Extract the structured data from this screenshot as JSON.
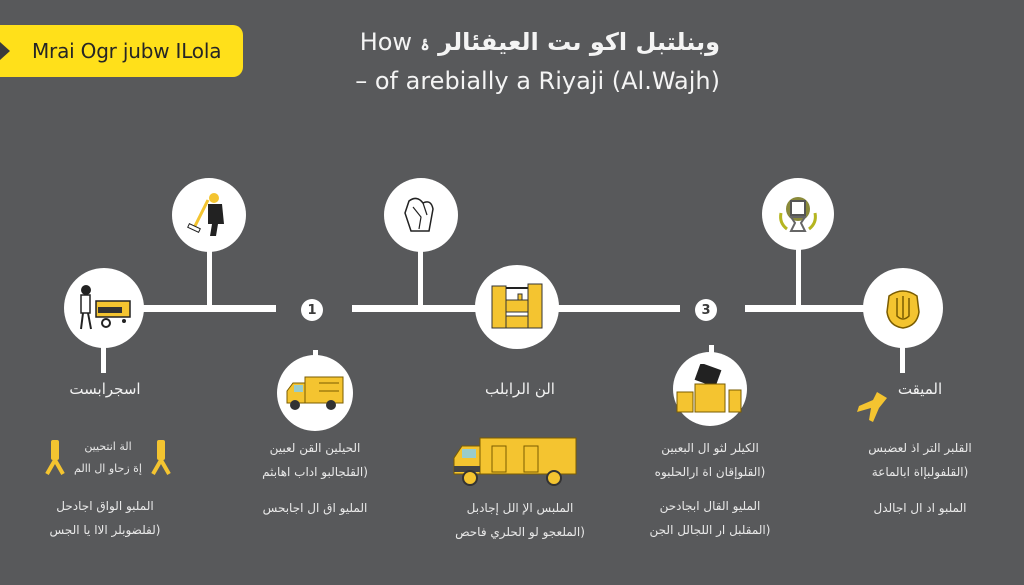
{
  "header": {
    "banner_text": "Mrai Ogr jubw ILola",
    "title_line1_arabic": "وبنلتبل اكو ىت العيفئالر",
    "title_line1_en": "How",
    "title_line1_glyph": "ۂ",
    "title_line2": "– of arebially a Riyaji (Al.Wajh)"
  },
  "colors": {
    "background": "#58595b",
    "accent_yellow": "#ffe01a",
    "icon_yellow": "#f4c430",
    "line_white": "#ffffff"
  },
  "timeline": {
    "badges": [
      {
        "number": "1"
      },
      {
        "number": "3"
      }
    ],
    "steps": [
      {
        "icon": "worker-with-cart-icon",
        "title": "اسجرابست",
        "highlight_lines": [
          "الة انتحيين",
          "إة زحاو ال االم"
        ],
        "desc_lines": [
          "الملبو الواق اجادحل",
          "(لفلضوبلر الاا يا الجس"
        ]
      },
      {
        "icon": "worker-with-tool-icon",
        "title": "",
        "desc_lines": []
      },
      {
        "icon": "delivery-truck-icon",
        "title": "",
        "desc_lines": [
          "الحيلين القن لعبين",
          "(القلجالبو اداب اهابثم",
          "المليو اق ال اجابحس"
        ]
      },
      {
        "icon": "packing-bag-icon",
        "title": "",
        "desc_lines": []
      },
      {
        "icon": "storage-boxes-icon",
        "title": "الن الرابلب",
        "desc_lines": [
          "الملبس الإ الل إجادبل",
          "(الملعجو لو الحلري فاحص"
        ]
      },
      {
        "icon": "award-laurel-icon",
        "title": "",
        "desc_lines": []
      },
      {
        "icon": "packed-boxes-icon",
        "title": "",
        "desc_lines": [
          "الكيلر لثو ال البعبين",
          "(القلوإقان اة ارالحلبوه",
          "المليو القال ابجادحن",
          "(المقلبل ار اللجالل الجن"
        ]
      },
      {
        "icon": "helmet-icon",
        "title": "الميقت",
        "highlight_icon": "ribbon-tie-icon",
        "desc_lines": [
          "القلبر التر اذ لعضبس",
          "(القلفولبإاة ابالماعة",
          "الملبو اد ال اجالدل"
        ]
      }
    ]
  }
}
